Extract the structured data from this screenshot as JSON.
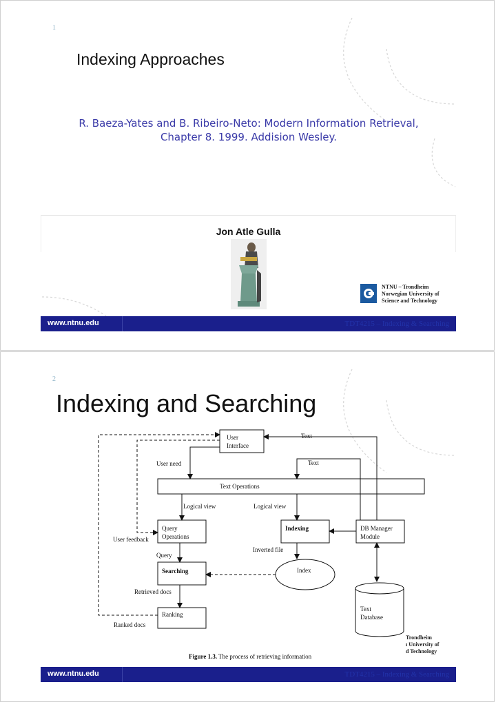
{
  "slide1": {
    "number": "1",
    "title": "Indexing Approaches",
    "reference_line1": "R. Baeza-Yates and B. Ribeiro-Neto:  Modern Information Retrieval,",
    "reference_line2": "Chapter 8. 1999. Addision Wesley.",
    "author": "Jon Atle Gulla",
    "logo": {
      "name": "NTNU – Trondheim",
      "line2": "Norwegian University of",
      "line3": "Science and Technology"
    },
    "footer": {
      "url": "www.ntnu.edu",
      "course": "TDT4215 – Indexing & Searching"
    }
  },
  "slide2": {
    "number": "2",
    "title": "Indexing and Searching",
    "diagram": {
      "user_interface_1": "User",
      "user_interface_2": "Interface",
      "text_top": "Text",
      "text_mid": "Text",
      "user_need": "User need",
      "text_operations": "Text Operations",
      "logical_view_left": "Logical view",
      "logical_view_right": "Logical view",
      "query_operations_1": "Query",
      "query_operations_2": "Operations",
      "indexing": "Indexing",
      "db_manager_1": "DB Manager",
      "db_manager_2": "Module",
      "user_feedback": "User feedback",
      "query": "Query",
      "inverted_file": "Inverted file",
      "searching": "Searching",
      "index": "Index",
      "retrieved_docs": "Retrieved docs",
      "ranking": "Ranking",
      "text_database_1": "Text",
      "text_database_2": "Database",
      "ranked_docs": "Ranked docs",
      "caption_bold": "Figure 1.3.",
      "caption_rest": " The process of retrieving information"
    },
    "logo_crop": {
      "line1": "Trondheim",
      "line2": "ı University of",
      "line3": "d Technology"
    },
    "footer": {
      "url": "www.ntnu.edu",
      "course": "TDT4215 – Indexing & Searching"
    }
  }
}
